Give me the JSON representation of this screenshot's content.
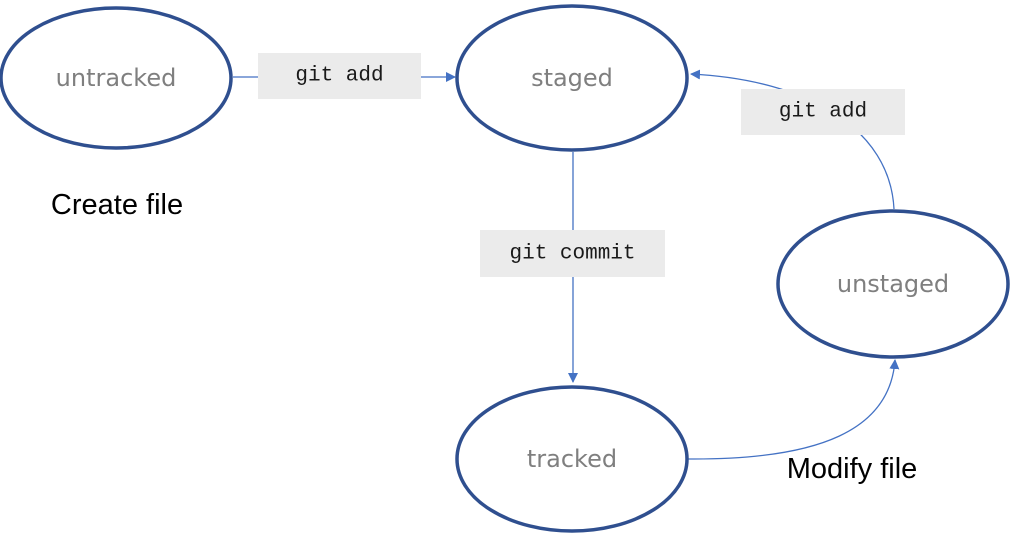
{
  "states": {
    "untracked": "untracked",
    "staged": "staged",
    "unstaged": "unstaged",
    "tracked": "tracked"
  },
  "commands": {
    "add_from_untracked": "git add",
    "add_from_unstaged": "git add",
    "commit": "git commit"
  },
  "notes": {
    "create_file": "Create file",
    "modify_file": "Modify file"
  },
  "colors": {
    "node_stroke": "#2f4f8f",
    "edge": "#4472c4",
    "label_box": "#ebebeb",
    "state_text": "#7f7f7f"
  }
}
